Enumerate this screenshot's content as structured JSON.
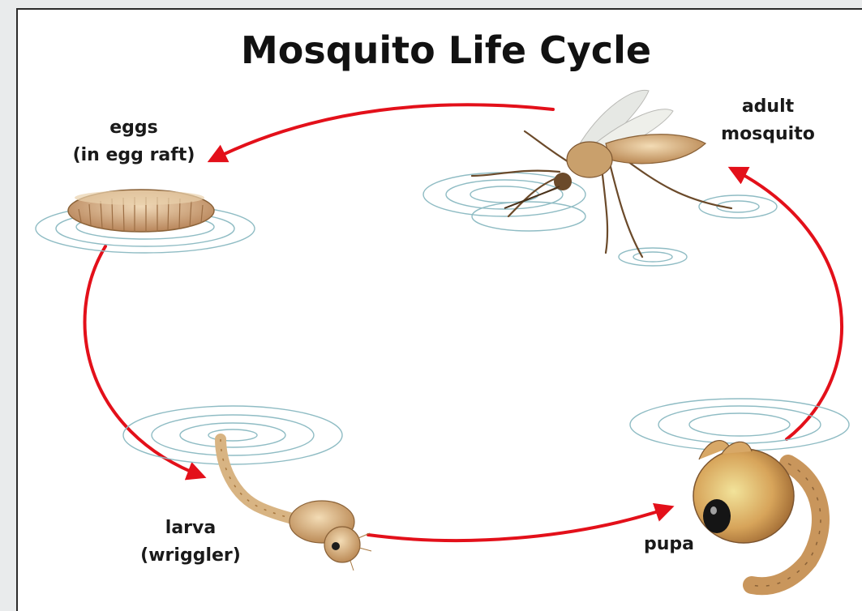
{
  "title": "Mosquito Life Cycle",
  "stages": [
    {
      "id": "eggs",
      "line1": "eggs",
      "line2": "(in egg raft)",
      "icon": "egg-raft-icon"
    },
    {
      "id": "adult",
      "line1": "adult",
      "line2": "mosquito",
      "icon": "adult-mosquito-icon"
    },
    {
      "id": "larva",
      "line1": "larva",
      "line2": "(wriggler)",
      "icon": "larva-icon"
    },
    {
      "id": "pupa",
      "line1": "pupa",
      "line2": "",
      "icon": "pupa-icon"
    }
  ],
  "colors": {
    "arrow": "#e3101a",
    "ripple": "#8fbcc4",
    "body": "#d8b483",
    "body_dark": "#8a6238",
    "wing": "#e6e8e4"
  }
}
